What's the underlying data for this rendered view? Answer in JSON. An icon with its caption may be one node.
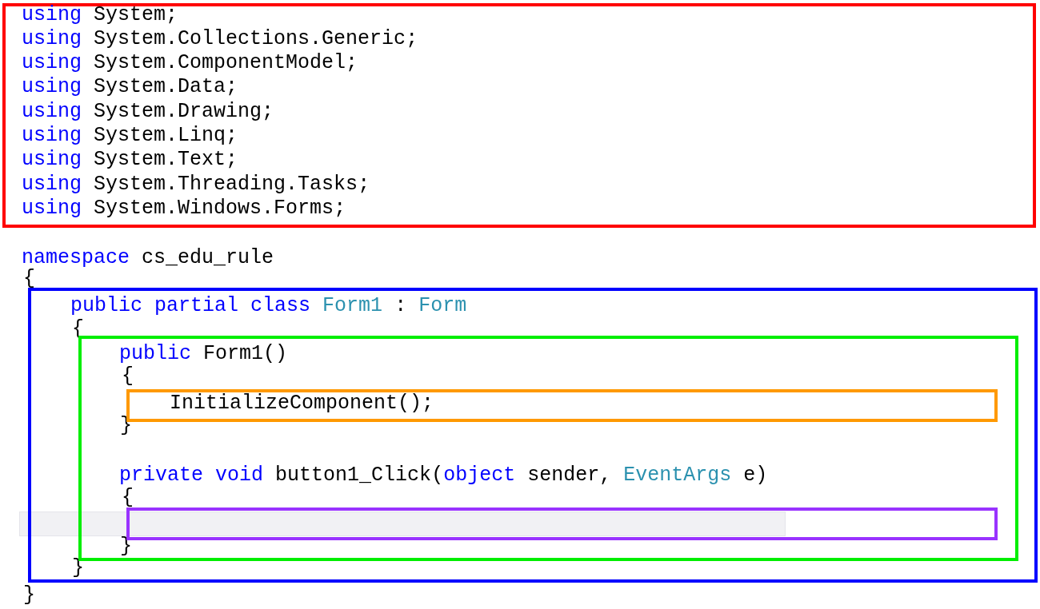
{
  "diagram": {
    "nodes": [
      {
        "text": [
          "using System;",
          "using System.Collections.Generic;",
          "using System.ComponentModel;",
          "using System.Data;",
          "using System.Drawing;",
          "using System.Linq;",
          "using System.Text;",
          "using System.Threading.Tasks;",
          "using System.Windows.Forms;"
        ]
      },
      {
        "text": [
          "public partial class Form1 : Form",
          "{",
          "}"
        ]
      },
      {
        "text": [
          "public Form1()",
          "{",
          "}",
          "private void button1_Click(object sender, EventArgs e)",
          "{",
          "}"
        ],
        "in": 1
      },
      {
        "text": [
          "InitializeComponent();"
        ],
        "in": 2
      },
      {
        "text": [],
        "shape": "box",
        "in": 2
      }
    ],
    "edges": [],
    "labels": [
      "namespace cs_edu_rule",
      "{",
      "}"
    ]
  }
}
